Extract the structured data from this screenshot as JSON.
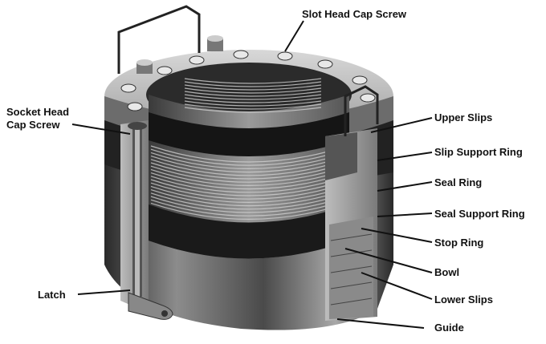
{
  "labels": {
    "slot_head_cap_screw": "Slot Head Cap Screw",
    "socket_head_line1": "Socket Head",
    "socket_head_line2": "Cap Screw",
    "upper_slips": "Upper Slips",
    "slip_support_ring": "Slip Support Ring",
    "seal_ring": "Seal Ring",
    "seal_support_ring": "Seal Support Ring",
    "stop_ring": "Stop Ring",
    "bowl": "Bowl",
    "lower_slips": "Lower Slips",
    "latch": "Latch",
    "guide": "Guide"
  },
  "colors": {
    "metal_dark": "#1e1e1e",
    "metal_mid": "#6e6e6e",
    "metal_light": "#c9c9c9",
    "background": "#ffffff",
    "label_text": "#111111"
  }
}
